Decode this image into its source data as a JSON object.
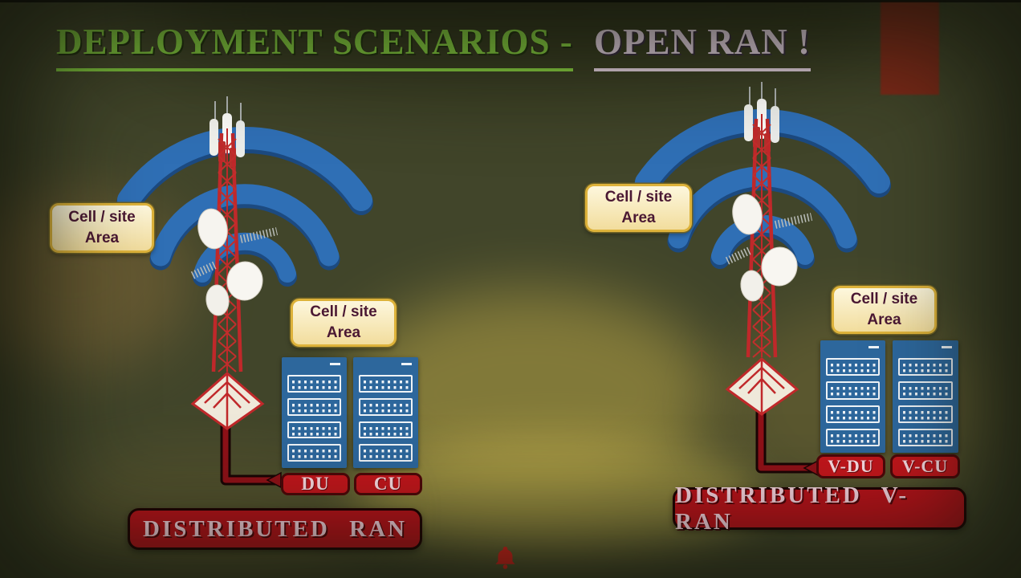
{
  "title": {
    "part1": "DEPLOYMENT SCENARIOS -",
    "part2": "OPEN RAN !"
  },
  "shared": {
    "cell_site_area": {
      "line1": "Cell / site",
      "line2": "Area"
    }
  },
  "left": {
    "units": [
      "DU",
      "CU"
    ],
    "caption": "DISTRIBUTED RAN"
  },
  "right": {
    "units": [
      "V-DU",
      "V-CU"
    ],
    "caption": "DISTRIBUTED V-RAN"
  },
  "icons": {
    "wifi": "wifi-signal",
    "tower": "cell-tower",
    "bell": "notification-bell"
  },
  "colors": {
    "title_green": "#7fc43d",
    "title_pink": "#d9c8d6",
    "wifi_blue": "#2f6fb5",
    "tower_red": "#c0282a",
    "rack_blue": "#2d679c",
    "unit_label_red": "#c3161c",
    "caption_red": "#b8121a",
    "cell_site_bg": "#fdf7dd",
    "cell_site_border": "#ddb23a",
    "cell_site_text": "#4a1833",
    "background_olive": "#41452a"
  }
}
